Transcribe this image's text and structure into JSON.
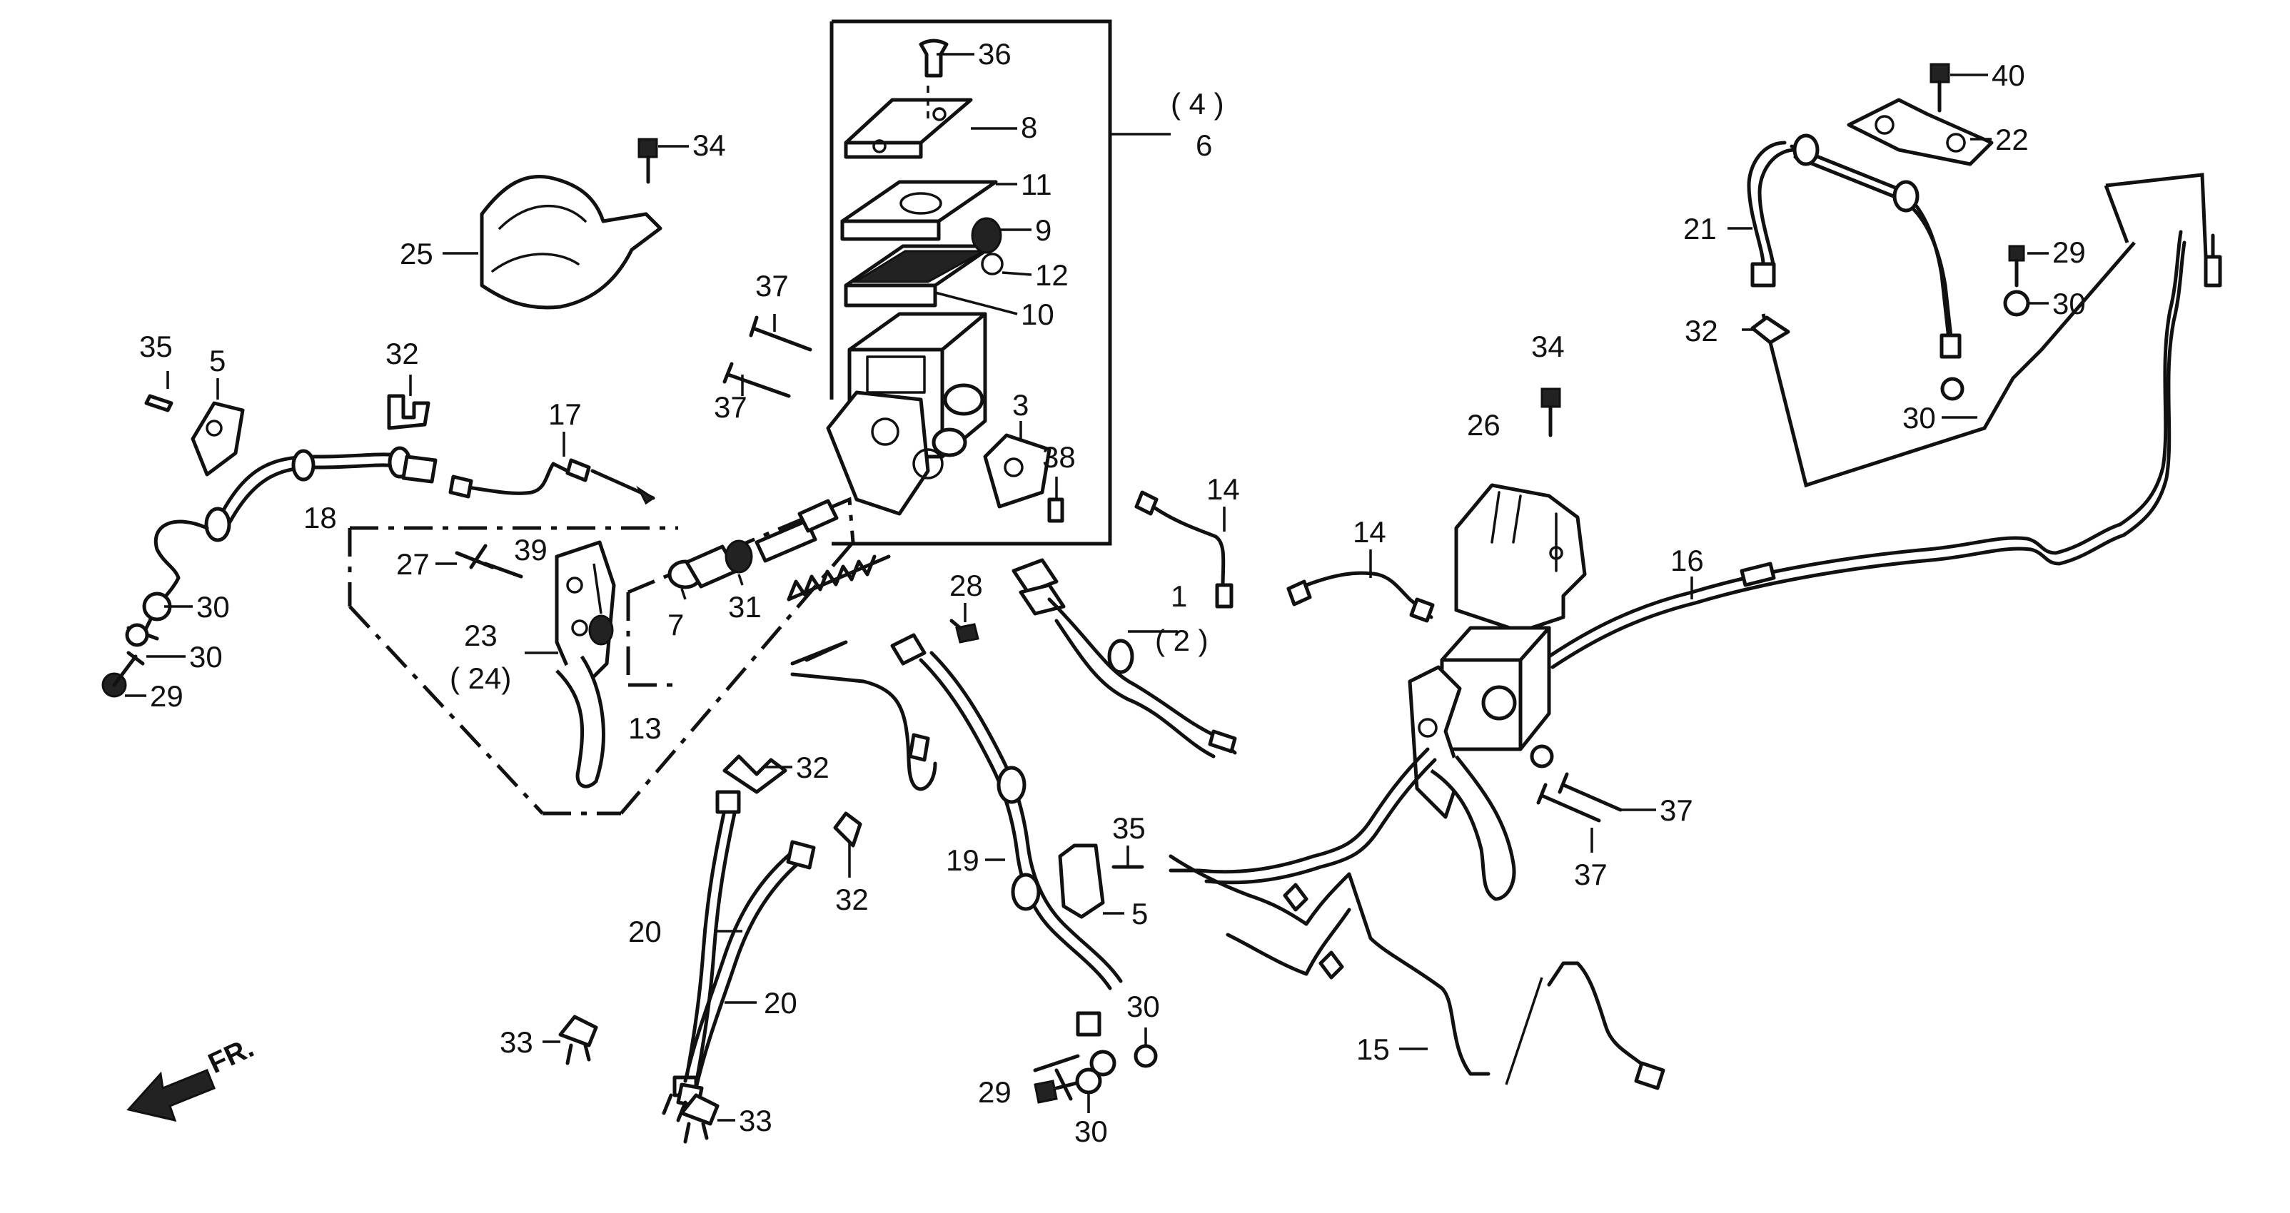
{
  "diagram": {
    "callouts": [
      {
        "id": "c36",
        "text": "36"
      },
      {
        "id": "c8",
        "text": "8"
      },
      {
        "id": "c4",
        "text": "( 4 )"
      },
      {
        "id": "c6",
        "text": "6"
      },
      {
        "id": "c11",
        "text": "11"
      },
      {
        "id": "c9",
        "text": "9"
      },
      {
        "id": "c12",
        "text": "12"
      },
      {
        "id": "c10",
        "text": "10"
      },
      {
        "id": "c34a",
        "text": "34"
      },
      {
        "id": "c25",
        "text": "25"
      },
      {
        "id": "c37a",
        "text": "37"
      },
      {
        "id": "c37b",
        "text": "37"
      },
      {
        "id": "c3",
        "text": "3"
      },
      {
        "id": "c38",
        "text": "38"
      },
      {
        "id": "c35a",
        "text": "35"
      },
      {
        "id": "c5a",
        "text": "5"
      },
      {
        "id": "c32a",
        "text": "32"
      },
      {
        "id": "c17",
        "text": "17"
      },
      {
        "id": "c18",
        "text": "18"
      },
      {
        "id": "c27",
        "text": "27"
      },
      {
        "id": "c39",
        "text": "39"
      },
      {
        "id": "c7",
        "text": "7"
      },
      {
        "id": "c31",
        "text": "31"
      },
      {
        "id": "c30a",
        "text": "30"
      },
      {
        "id": "c30b",
        "text": "30"
      },
      {
        "id": "c29a",
        "text": "29"
      },
      {
        "id": "c23",
        "text": "23"
      },
      {
        "id": "c24",
        "text": "( 24)"
      },
      {
        "id": "c13",
        "text": "13"
      },
      {
        "id": "c14a",
        "text": "14"
      },
      {
        "id": "c14b",
        "text": "14"
      },
      {
        "id": "c1",
        "text": "1"
      },
      {
        "id": "c2",
        "text": "( 2 )"
      },
      {
        "id": "c28",
        "text": "28"
      },
      {
        "id": "c40",
        "text": "40"
      },
      {
        "id": "c22",
        "text": "22"
      },
      {
        "id": "c21",
        "text": "21"
      },
      {
        "id": "c29b",
        "text": "29"
      },
      {
        "id": "c30c",
        "text": "30"
      },
      {
        "id": "c32b",
        "text": "32"
      },
      {
        "id": "c30d",
        "text": "30"
      },
      {
        "id": "c34b",
        "text": "34"
      },
      {
        "id": "c26",
        "text": "26"
      },
      {
        "id": "c16",
        "text": "16"
      },
      {
        "id": "c37c",
        "text": "37"
      },
      {
        "id": "c37d",
        "text": "37"
      },
      {
        "id": "c32c",
        "text": "32"
      },
      {
        "id": "c32d",
        "text": "32"
      },
      {
        "id": "c19",
        "text": "19"
      },
      {
        "id": "c35b",
        "text": "35"
      },
      {
        "id": "c5b",
        "text": "5"
      },
      {
        "id": "c20a",
        "text": "20"
      },
      {
        "id": "c20b",
        "text": "20"
      },
      {
        "id": "c30e",
        "text": "30"
      },
      {
        "id": "c29c",
        "text": "29"
      },
      {
        "id": "c30f",
        "text": "30"
      },
      {
        "id": "c33a",
        "text": "33"
      },
      {
        "id": "c33b",
        "text": "33"
      },
      {
        "id": "c15",
        "text": "15"
      }
    ],
    "front_arrow_label": "FR."
  }
}
